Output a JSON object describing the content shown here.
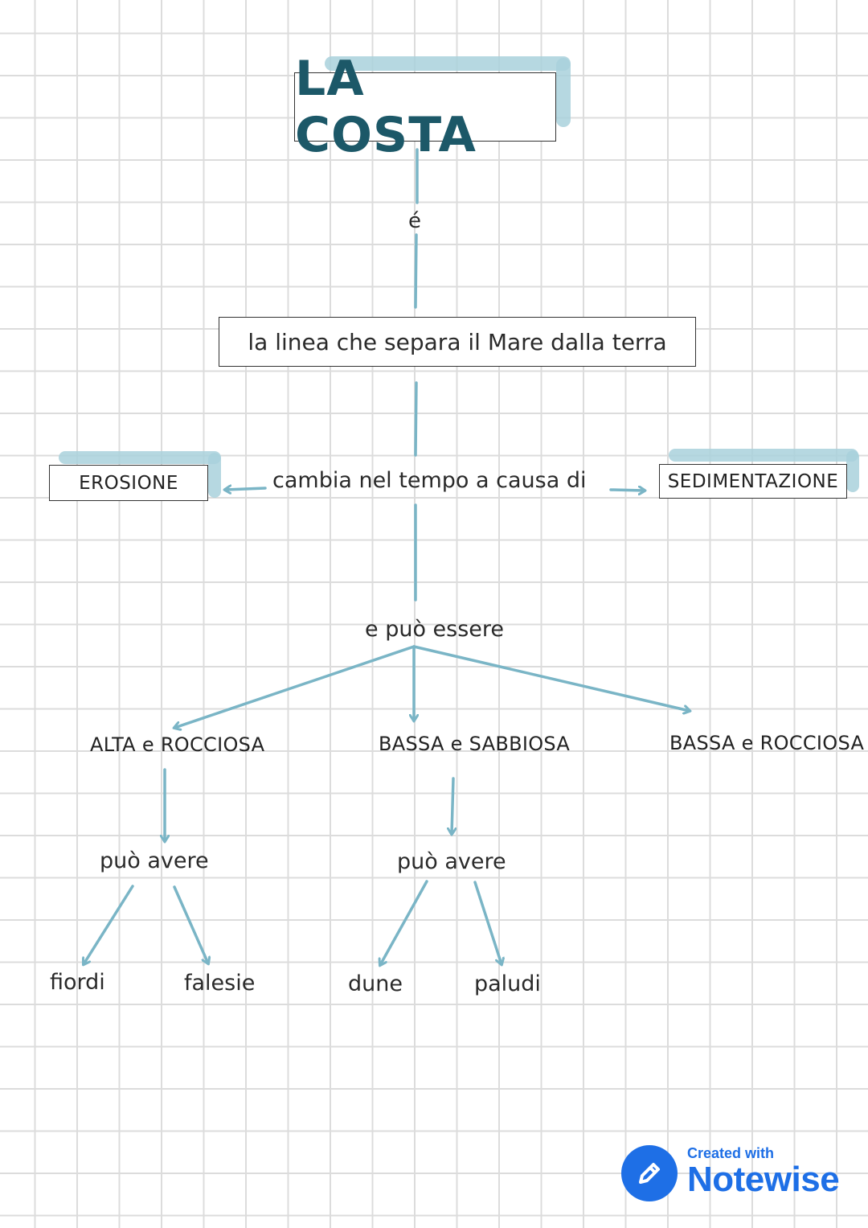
{
  "colors": {
    "connector": "#7ab5c6",
    "highlight": "#a9d1dc",
    "title": "#1c5868",
    "brand": "#1e6fe6"
  },
  "title": "LA COSTA",
  "link_is": "é",
  "definition": "la linea che separa il Mare dalla terra",
  "cause_label": "cambia nel tempo a causa di",
  "cause_left": "EROSIONE",
  "cause_right": "SEDIMENTAZIONE",
  "types_label": "e può essere",
  "types": [
    "ALTA e ROCCIOSA",
    "BASSA e SABBIOSA",
    "BASSA e ROCCIOSA"
  ],
  "can_have_1": "può avere",
  "can_have_2": "può avere",
  "leaves_1": [
    "fiordi",
    "falesie"
  ],
  "leaves_2": [
    "dune",
    "paludi"
  ],
  "badge": {
    "icon": "pencil-icon",
    "small": "Created with",
    "brand": "Notewise"
  }
}
